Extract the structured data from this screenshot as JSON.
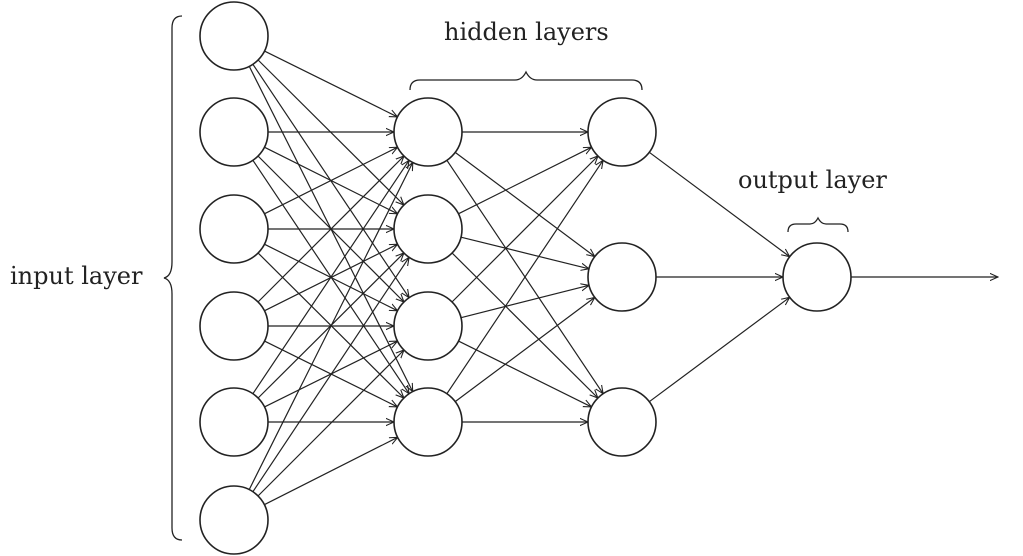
{
  "labels": {
    "input": "input layer",
    "hidden": "hidden layers",
    "output": "output layer"
  },
  "network": {
    "layers": [
      {
        "name": "input",
        "nodes": 6
      },
      {
        "name": "hidden-1",
        "nodes": 4
      },
      {
        "name": "hidden-2",
        "nodes": 3
      },
      {
        "name": "output",
        "nodes": 1
      }
    ],
    "fully_connected": true,
    "output_arrow": true
  },
  "colors": {
    "stroke": "#222222",
    "background": "#ffffff"
  }
}
